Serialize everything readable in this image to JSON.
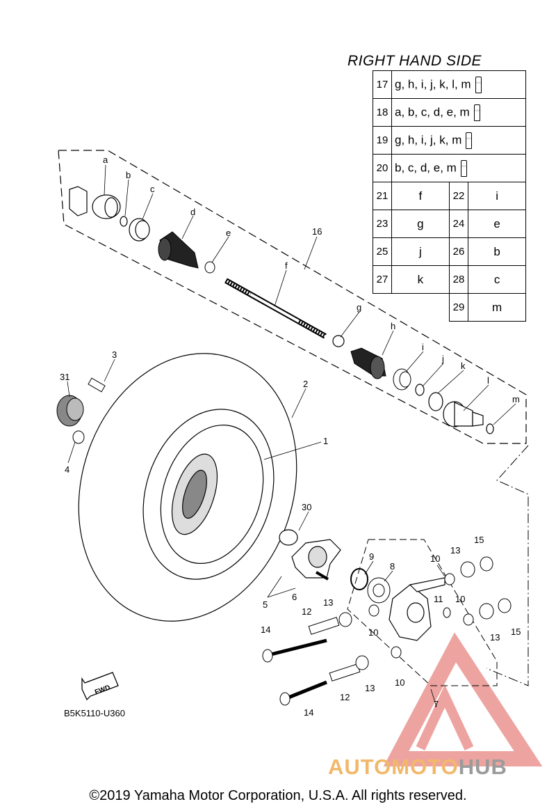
{
  "title": "RIGHT HAND SIDE",
  "reference_code": "B5K5110-U360",
  "copyright": "©2019 Yamaha Motor Corporation, U.S.A. All rights reserved.",
  "watermark": {
    "part1": "AUTOMOTO",
    "part2": "HUB",
    "color1": "#f2b86a",
    "color2": "#9b9b9b",
    "logo_color": "#e05a55"
  },
  "legend_rows": [
    {
      "num": "17",
      "codes": "g, h, i, j, k, l, m",
      "icon": "grease-tube-icon"
    },
    {
      "num": "18",
      "codes": "a, b, c, d, e, m",
      "icon": "grease-tube-icon"
    },
    {
      "num": "19",
      "codes": "g, h, i, j, k, m",
      "icon": "grease-tube-icon"
    },
    {
      "num": "20",
      "codes": "b, c, d, e, m",
      "icon": "grease-tube-icon"
    }
  ],
  "legend_pairs": [
    {
      "left_num": "21",
      "left_val": "f",
      "right_num": "22",
      "right_val": "i"
    },
    {
      "left_num": "23",
      "left_val": "g",
      "right_num": "24",
      "right_val": "e"
    },
    {
      "left_num": "25",
      "left_val": "j",
      "right_num": "26",
      "right_val": "b"
    },
    {
      "left_num": "27",
      "left_val": "k",
      "right_num": "28",
      "right_val": "c"
    },
    {
      "left_num": "",
      "left_val": "",
      "right_num": "29",
      "right_val": "m"
    }
  ],
  "part_labels": {
    "a": "a",
    "b": "b",
    "c": "c",
    "d": "d",
    "e": "e",
    "f": "f",
    "g": "g",
    "h": "h",
    "i": "i",
    "j": "j",
    "k": "k",
    "l": "l",
    "m": "m",
    "n1": "1",
    "n2": "2",
    "n3": "3",
    "n4": "4",
    "n5": "5",
    "n6": "6",
    "n7": "7",
    "n8": "8",
    "n9": "9",
    "n10": "10",
    "n11": "11",
    "n12": "12",
    "n13": "13",
    "n14": "14",
    "n15": "15",
    "n16": "16",
    "n30": "30",
    "n31": "31"
  },
  "fwd_label": "FWD"
}
